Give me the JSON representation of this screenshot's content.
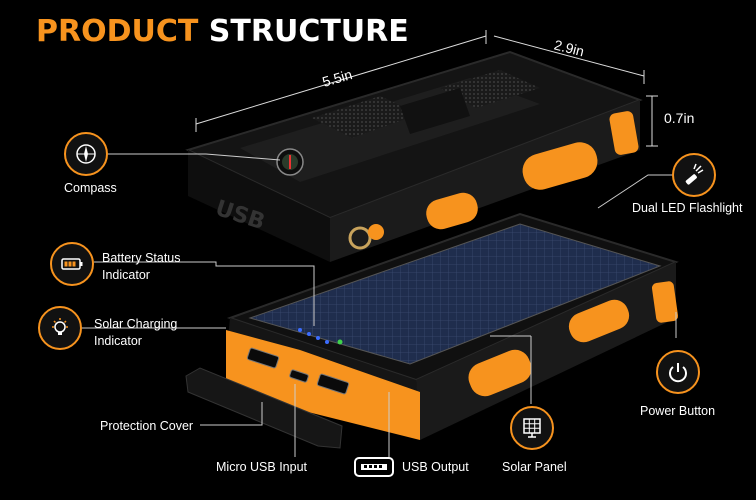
{
  "title": {
    "accent": "PRODUCT",
    "rest": "STRUCTURE"
  },
  "dimensions": {
    "length": "5.5in",
    "width": "2.9in",
    "height": "0.7in"
  },
  "callouts": {
    "compass": "Compass",
    "dual_led_flashlight": "Dual LED Flashlight",
    "battery_status_line1": "Battery Status",
    "battery_status_line2": "Indicator",
    "solar_charging_line1": "Solar Charging",
    "solar_charging_line2": "Indicator",
    "protection_cover": "Protection Cover",
    "power_button": "Power Button",
    "micro_usb_input": "Micro USB Input",
    "usb_output": "USB Output",
    "solar_panel": "Solar Panel"
  },
  "device": {
    "port_label": "USB"
  },
  "colors": {
    "accent": "#f7931e",
    "background": "#000000",
    "body": "#151515",
    "panel": "#1d2a45"
  },
  "icons": [
    "compass-icon",
    "flashlight-icon",
    "battery-icon",
    "lightbulb-icon",
    "power-icon",
    "usb-port-icon",
    "solar-panel-icon"
  ]
}
